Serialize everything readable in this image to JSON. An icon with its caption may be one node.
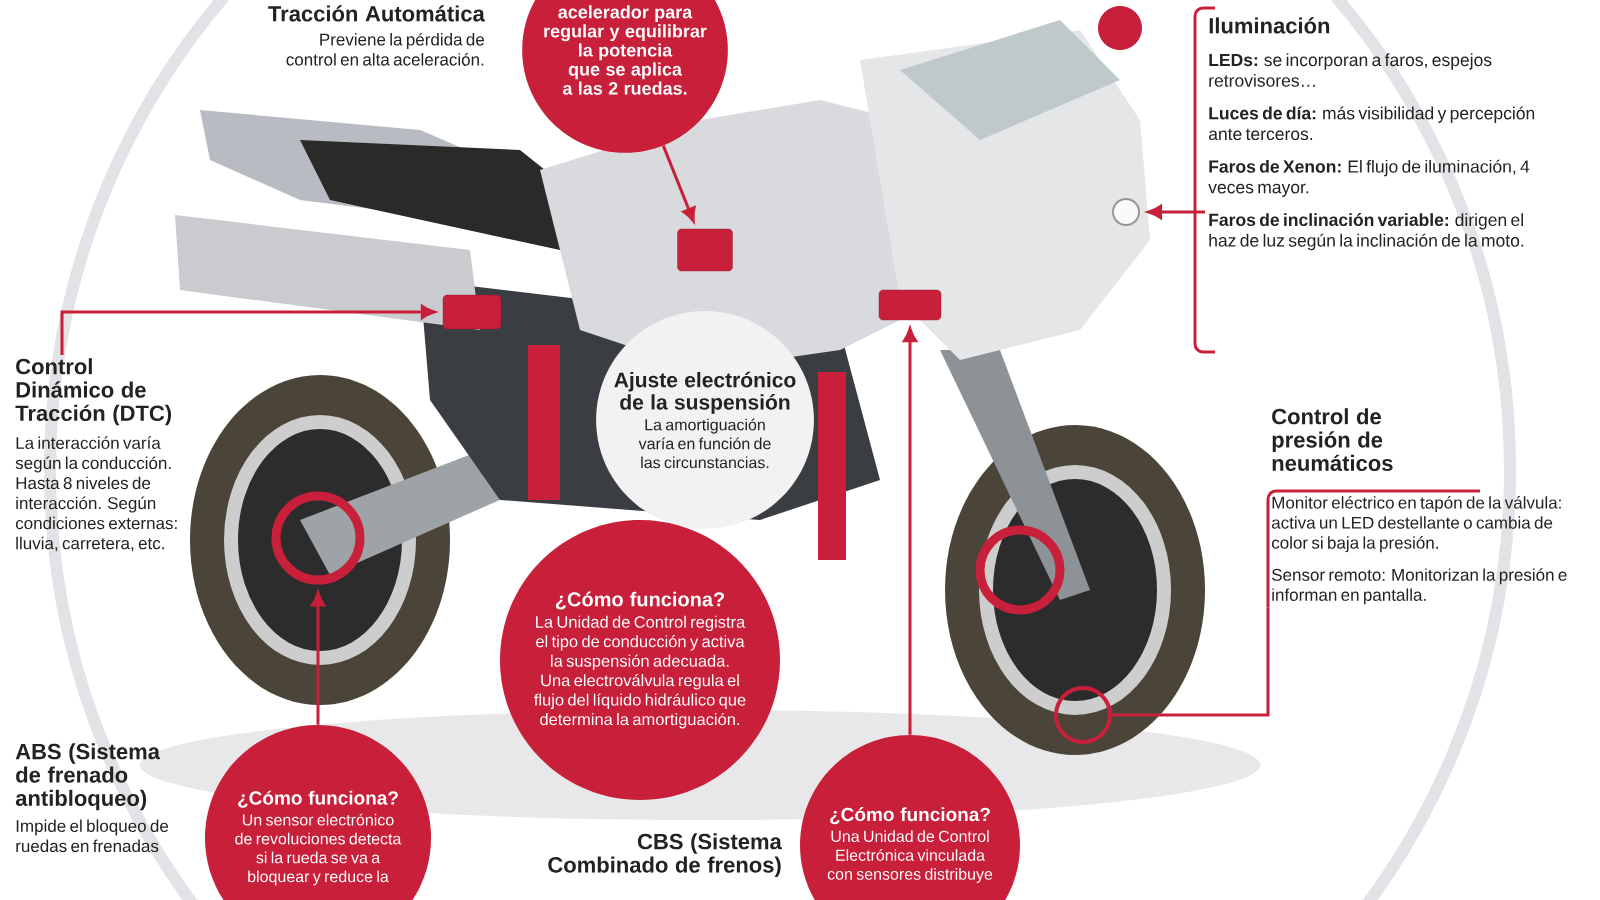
{
  "diagram": {
    "nodes": [
      {
        "text": [
          "Tracción Automática",
          "Previene la pérdida de control en alta aceleración."
        ]
      },
      {
        "text": [
          "acelerador para regular y equilibrar la potencia que se aplica a las 2 ruedas."
        ]
      },
      {
        "text": [
          "Iluminación",
          "**LEDs:** se incorporan a faros, espejos retrovisores…",
          "**Luces de día:** más visibilidad y percepción ante terceros.",
          "**Faros de Xenon:** El flujo de iluminación, 4 veces mayor.",
          "**Faros de inclinación variable:** dirigen el haz de luz según la inclinación de la moto."
        ]
      },
      {
        "text": [],
        "shape": "box"
      },
      {
        "text": [],
        "shape": "box"
      },
      {
        "text": [],
        "shape": "box"
      },
      {
        "text": [
          "Control Dinámico de Tracción (DTC)",
          "La interacción varía según la conducción. Hasta 8 niveles de interacción. Según condiciones externas: lluvia, carretera, etc."
        ]
      },
      {
        "text": [
          "Ajuste electrónico de la suspensión",
          "La amortiguación varía en función de las circunstancias."
        ]
      },
      {
        "text": [
          "Control de presión de neumáticos",
          "Monitor eléctrico en tapón de la válvula: activa un LED destellante o cambia de color si baja la presión.",
          "Sensor remoto: Monitorizan la presión e informan en pantalla."
        ]
      },
      {
        "text": [],
        "shape": "circle"
      },
      {
        "text": [
          "¿Cómo funciona?",
          "La Unidad de Control registra el tipo de conducción y activa la suspensión adecuada. Una electroválvula regula el flujo del líquido hidráulico que determina la amortiguación."
        ]
      },
      {
        "text": [],
        "shape": "circle"
      },
      {
        "text": [
          "ABS (Sistema de frenado antibloqueo)",
          "Impide el bloqueo de ruedas en frenadas"
        ]
      },
      {
        "text": [
          "¿Cómo funciona?",
          "Un sensor electrónico de revoluciones detecta si la rueda se va a bloquear y reduce la"
        ]
      },
      {
        "text": [
          "CBS (Sistema Combinado de frenos)"
        ]
      },
      {
        "text": [
          "¿Cómo funciona?",
          "Una Unidad de Control Electrónica vinculada con sensores distribuye"
        ]
      },
      {
        "text": [],
        "shape": "circle"
      },
      {
        "text": [],
        "shape": "circle"
      }
    ],
    "edges": [
      {
        "from": 1,
        "to": 3,
        "arrow": "to"
      },
      {
        "from": 6,
        "to": 4,
        "arrow": "to"
      },
      {
        "from": 2,
        "to": 17,
        "arrow": "to"
      },
      {
        "from": 13,
        "to": 9,
        "arrow": "to"
      },
      {
        "from": 15,
        "to": 5,
        "arrow": "to"
      },
      {
        "from": 8,
        "to": 11,
        "arrow": "none"
      }
    ]
  }
}
